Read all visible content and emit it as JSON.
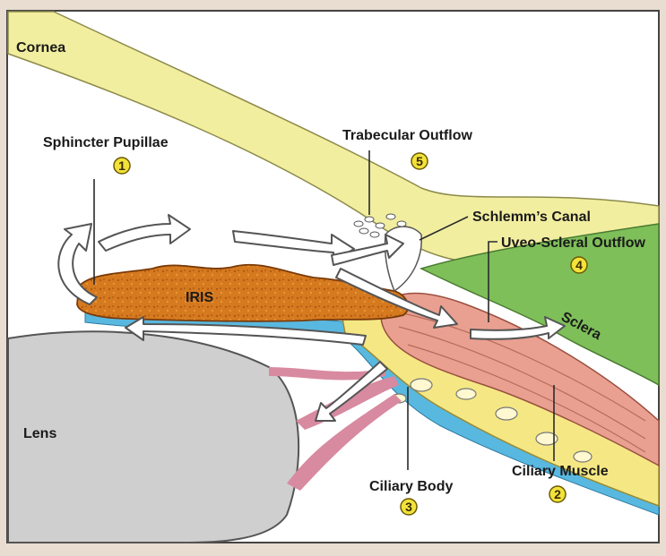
{
  "labels": {
    "cornea": "Cornea",
    "sphincter_pupillae": "Sphincter Pupillae",
    "trabecular_outflow": "Trabecular Outflow",
    "schlemms_canal": "Schlemm’s Canal",
    "uveo_scleral_outflow": "Uveo-Scleral Outflow",
    "iris": "IRIS",
    "sclera": "Sclera",
    "lens": "Lens",
    "ciliary_body": "Ciliary Body",
    "ciliary_muscle": "Ciliary Muscle"
  },
  "markers": [
    "1",
    "2",
    "3",
    "4",
    "5"
  ],
  "colors": {
    "cornea": "#f2eea0",
    "sclera": "#7fbf5a",
    "iris": "#d9781e",
    "ciliary_body": "#f5e884",
    "ciliary_muscle": "#e9a090",
    "lens": "#cfcfcf",
    "aqueous": "#ffffff",
    "blue_layer": "#58b8e0",
    "vessel": "#d88aa0",
    "marker": "#f2e23a"
  }
}
